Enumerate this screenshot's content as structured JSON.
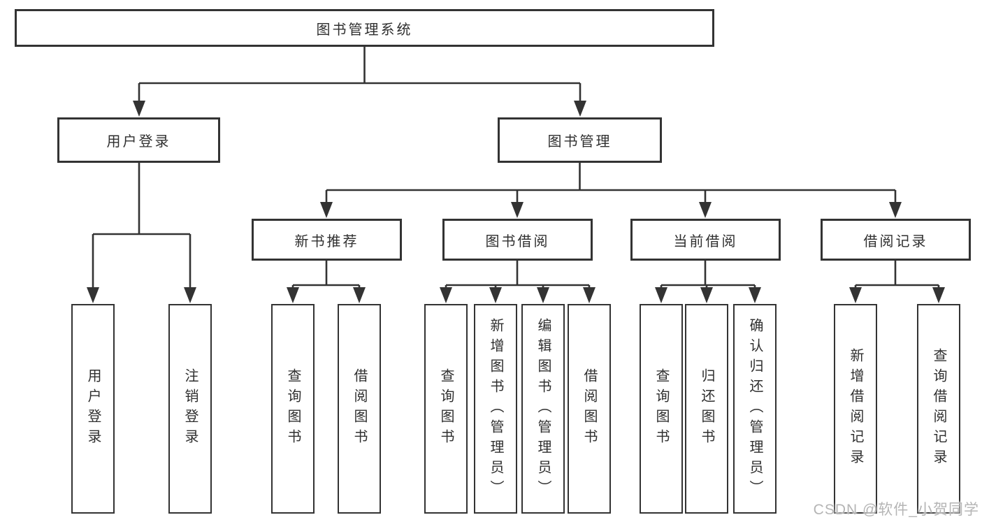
{
  "diagram": {
    "type": "hierarchy-flowchart",
    "root": {
      "label": "图书管理系统",
      "children": [
        {
          "label": "用户登录",
          "children": [
            {
              "label": "用户登录"
            },
            {
              "label": "注销登录"
            }
          ]
        },
        {
          "label": "图书管理",
          "children": [
            {
              "label": "新书推荐",
              "children": [
                {
                  "label": "查询图书"
                },
                {
                  "label": "借阅图书"
                }
              ]
            },
            {
              "label": "图书借阅",
              "children": [
                {
                  "label": "查询图书"
                },
                {
                  "label": "新增图书（管理员）"
                },
                {
                  "label": "编辑图书（管理员）"
                },
                {
                  "label": "借阅图书"
                }
              ]
            },
            {
              "label": "当前借阅",
              "children": [
                {
                  "label": "查询图书"
                },
                {
                  "label": "归还图书"
                },
                {
                  "label": "确认归还（管理员）"
                }
              ]
            },
            {
              "label": "借阅记录",
              "children": [
                {
                  "label": "新增借阅记录"
                },
                {
                  "label": "查询借阅记录"
                }
              ]
            }
          ]
        }
      ]
    }
  },
  "watermark": {
    "text": "CSDN @软件_小贺同学"
  },
  "colors": {
    "line": "#333333",
    "box_border": "#333333",
    "text": "#2f2f2f",
    "background": "#ffffff",
    "watermark": "#b5b5b5"
  }
}
